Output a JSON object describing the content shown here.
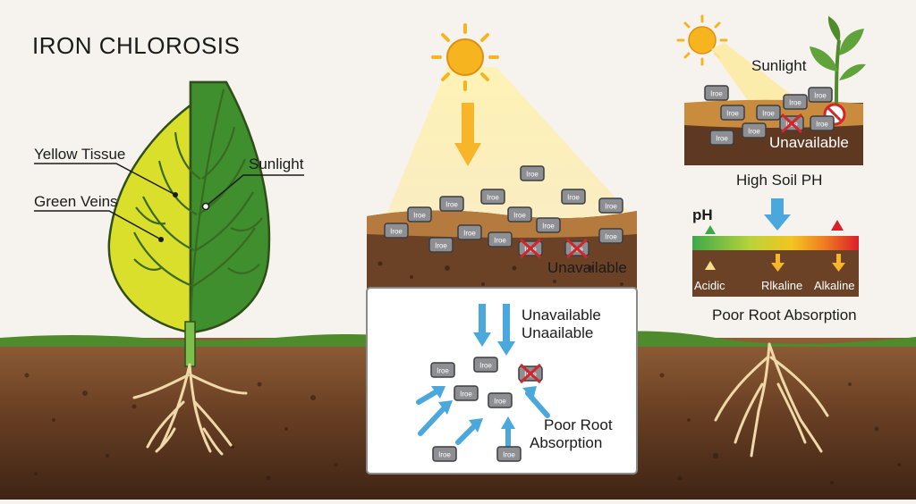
{
  "title": "IRON CHLOROSIS",
  "leaf_labels": {
    "yellow_tissue": "Yellow Tissue",
    "green_veins": "Green Veins",
    "sunlight": "Sunlight"
  },
  "center_panel": {
    "soil_label": "Unavailable",
    "inset_label_1": "Unavailable",
    "inset_label_2": "Unaailable",
    "poor_root_line1": "Poor Root",
    "poor_root_line2": "Absorption"
  },
  "right_panel": {
    "sunlight": "Sunlight",
    "unavailable": "Unavailable",
    "high_soil_ph": "High Soil PH",
    "ph": "pH",
    "acidic": "Acidic",
    "rlkaline": "Rlkaline",
    "alkaline": "Alkaline",
    "poor_root_absorption": "Poor Root Absorption"
  },
  "iron_particle_label": "Iroe",
  "colors": {
    "sky": "#f6f3ee",
    "grass": "#4f8a2c",
    "soil_light": "#8a5a34",
    "soil_dark": "#4a2b18",
    "leaf_yellow": "#d9df2a",
    "leaf_green": "#3f8f2f",
    "sun": "#f6b51f",
    "arrow_blue": "#4aa8dc",
    "root": "#efd9a8",
    "cross_red": "#d3262b"
  },
  "icons": [
    "sun-icon",
    "iron-particle-icon",
    "blocked-icon",
    "seedling-icon",
    "down-arrow-icon",
    "triangle-marker-icon"
  ]
}
